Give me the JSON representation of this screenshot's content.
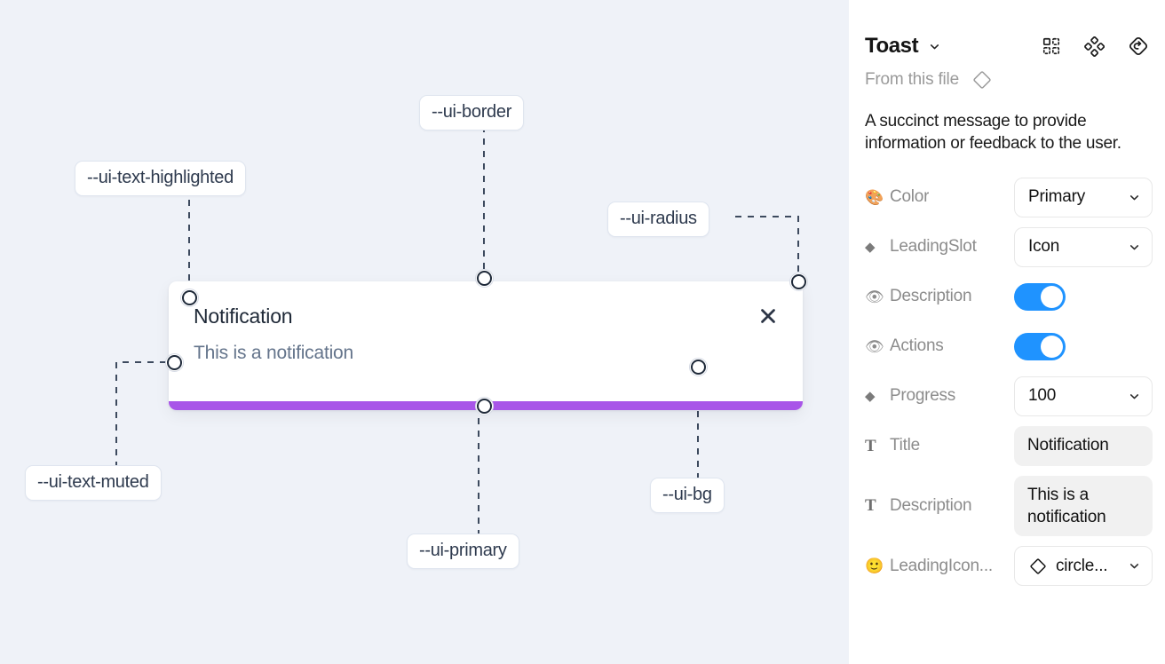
{
  "canvas": {
    "background_color": "#eff2f8",
    "toast": {
      "title": "Notification",
      "description": "This is a notification",
      "close_icon": "close-x-icon",
      "progress_color": "#a855e8",
      "background_color": "#ffffff"
    },
    "annotations": [
      {
        "id": "text-highlighted",
        "label": "--ui-text-highlighted"
      },
      {
        "id": "border",
        "label": "--ui-border"
      },
      {
        "id": "radius",
        "label": "--ui-radius"
      },
      {
        "id": "text-muted",
        "label": "--ui-text-muted"
      },
      {
        "id": "primary",
        "label": "--ui-primary"
      },
      {
        "id": "bg",
        "label": "--ui-bg"
      }
    ]
  },
  "panel": {
    "title": "Toast",
    "title_chevron_icon": "chevron-down-icon",
    "header_icons": [
      {
        "name": "component-grid-icon"
      },
      {
        "name": "four-diamond-cluster-icon"
      },
      {
        "name": "reset-diamond-icon"
      }
    ],
    "from_file": {
      "label": "From this file",
      "icon": "diamond-outline-icon"
    },
    "description": "A succinct message to provide information or feedback to the user.",
    "properties": [
      {
        "icon": "palette-emoji",
        "emoji": "🎨",
        "label": "Color",
        "control": "select",
        "value": "Primary"
      },
      {
        "icon": "diamond-glyph",
        "emoji": "◆",
        "label": "LeadingSlot",
        "control": "select",
        "value": "Icon"
      },
      {
        "icon": "eye-emoji",
        "emoji": "👁",
        "label": "Description",
        "control": "toggle",
        "value": "on"
      },
      {
        "icon": "eye-emoji",
        "emoji": "👁",
        "label": "Actions",
        "control": "toggle",
        "value": "on"
      },
      {
        "icon": "diamond-glyph",
        "emoji": "◆",
        "label": "Progress",
        "control": "select",
        "value": "100"
      },
      {
        "icon": "text-glyph",
        "emoji": "T",
        "label": "Title",
        "control": "text",
        "value": "Notification"
      },
      {
        "icon": "text-glyph",
        "emoji": "T",
        "label": "Description",
        "control": "text",
        "value": "This is a notification"
      },
      {
        "icon": "smiley-emoji",
        "emoji": "🙂",
        "label": "LeadingIcon...",
        "control": "icon-select",
        "value": "circle..."
      }
    ],
    "toggle_on_color": "#1f93ff"
  }
}
